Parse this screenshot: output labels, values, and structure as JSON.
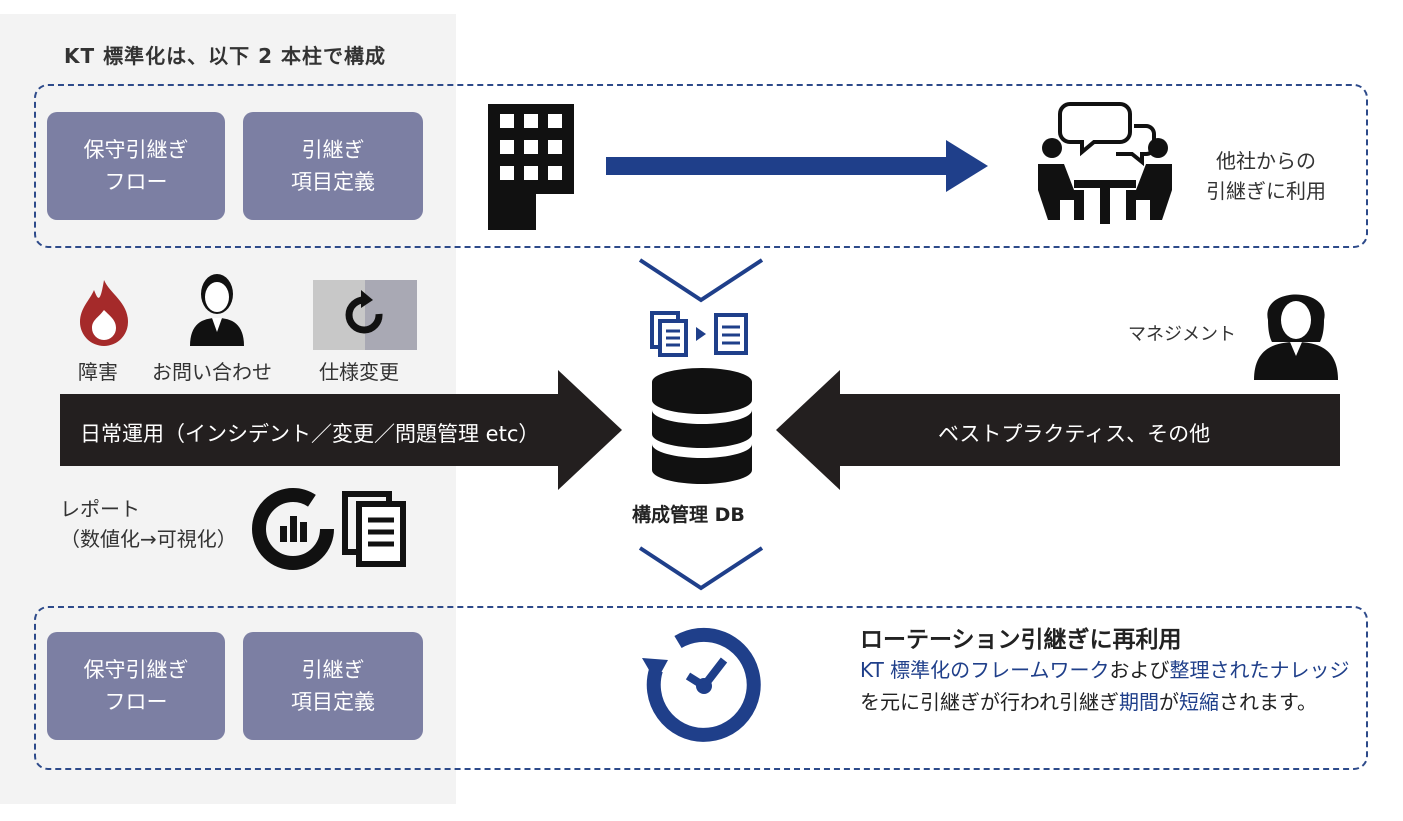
{
  "title": "KT 標準化は、以下 2 本柱で構成",
  "top_box": {
    "buttons": [
      "保守引継ぎ\nフロー",
      "引継ぎ\n項目定義"
    ],
    "usage_label": "他社からの\n引継ぎに利用"
  },
  "icons": {
    "incident": "障害",
    "inquiry": "お問い合わせ",
    "spec_change": "仕様変更",
    "management": "マネジメント"
  },
  "left_arrow_text": "日常運用（インシデント／変更／問題管理 etc）",
  "right_arrow_text": "ベストプラクティス、その他",
  "db_label": "構成管理 DB",
  "report_label": "レポート\n（数値化→可視化）",
  "bottom_box": {
    "buttons": [
      "保守引継ぎ\nフロー",
      "引継ぎ\n項目定義"
    ],
    "heading": "ローテーション引継ぎに再利用",
    "text_segments": [
      {
        "text": "KT 標準化のフレームワーク",
        "style": "blue"
      },
      {
        "text": "および",
        "style": "normal"
      },
      {
        "text": "整理された",
        "style": "blue"
      },
      {
        "text": "ナレッジ",
        "style": "blue"
      },
      {
        "text": "を元に引継ぎが行われ引継ぎ",
        "style": "normal"
      },
      {
        "text": "期間",
        "style": "blue"
      },
      {
        "text": "が",
        "style": "normal"
      },
      {
        "text": "短縮",
        "style": "blue"
      },
      {
        "text": "されます。",
        "style": "normal"
      }
    ]
  },
  "colors": {
    "navy": "#1f3f8a",
    "dark_arrow": "#231f1f",
    "purple_box": "#7c7fa3",
    "fire_red": "#a52a2a"
  }
}
